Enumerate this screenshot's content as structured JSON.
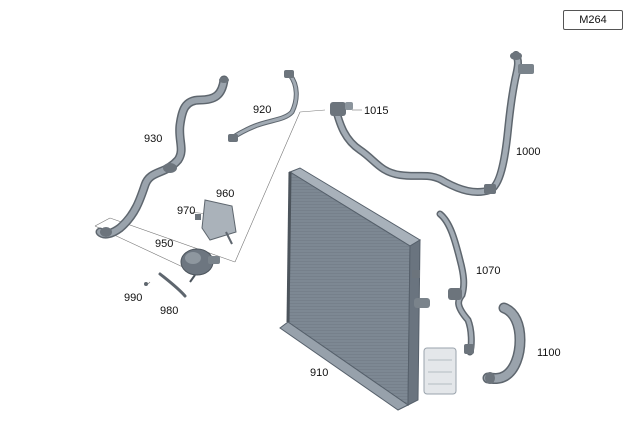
{
  "model_code": "M264",
  "callouts": {
    "c910": "910",
    "c920": "920",
    "c930": "930",
    "c950": "950",
    "c960": "960",
    "c970": "970",
    "c980": "980",
    "c990": "990",
    "c1000": "1000",
    "c1015": "1015",
    "c1070": "1070",
    "c1100": "1100"
  },
  "colors": {
    "hose": "#8a939c",
    "hose_dark": "#5e666e",
    "radiator": "#7f8c99",
    "radiator_dark": "#56606b",
    "leader": "#777777"
  }
}
